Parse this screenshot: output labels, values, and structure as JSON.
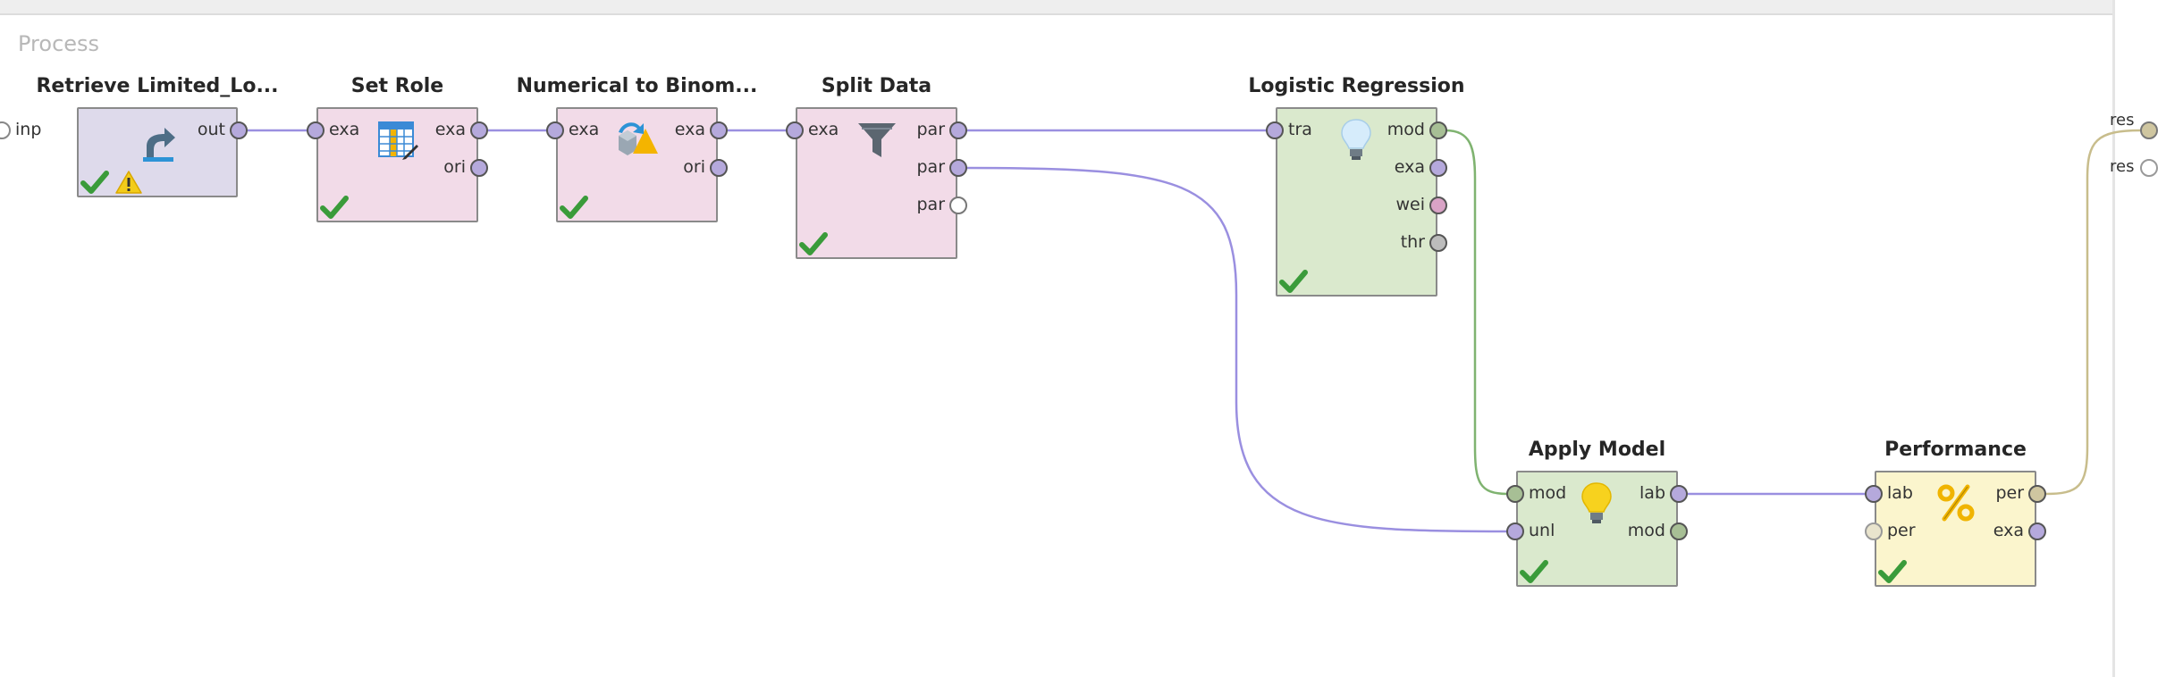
{
  "process_title": "Process",
  "process_input_label": "inp",
  "process_outputs": [
    "res",
    "res"
  ],
  "operators": {
    "retrieve": {
      "name": "Retrieve Limited_Lo...",
      "out": [
        "out"
      ]
    },
    "set_role": {
      "name": "Set Role",
      "in": [
        "exa"
      ],
      "out": [
        "exa",
        "ori"
      ]
    },
    "num2bin": {
      "name": "Numerical to Binom...",
      "in": [
        "exa"
      ],
      "out": [
        "exa",
        "ori"
      ]
    },
    "split": {
      "name": "Split Data",
      "in": [
        "exa"
      ],
      "out": [
        "par",
        "par",
        "par"
      ]
    },
    "logreg": {
      "name": "Logistic Regression",
      "in": [
        "tra"
      ],
      "out": [
        "mod",
        "exa",
        "wei",
        "thr"
      ]
    },
    "apply": {
      "name": "Apply Model",
      "in": [
        "mod",
        "unl"
      ],
      "out": [
        "lab",
        "mod"
      ]
    },
    "perf": {
      "name": "Performance",
      "in": [
        "lab",
        "per"
      ],
      "out": [
        "per",
        "exa"
      ]
    }
  },
  "colors": {
    "data_port": "#b5a9dc",
    "model_port": "#a7bf95",
    "weight_port": "#d9a3c6",
    "thr_port": "#bcbcbc",
    "perf_port": "#cfc6a0",
    "data_wire": "#9a8fe0",
    "model_wire": "#7fb370",
    "perf_wire": "#c8bd8c",
    "check": "#3a9b3a",
    "warning": "#f3cc1a"
  },
  "status_icons": [
    "check-icon",
    "warning-icon"
  ]
}
